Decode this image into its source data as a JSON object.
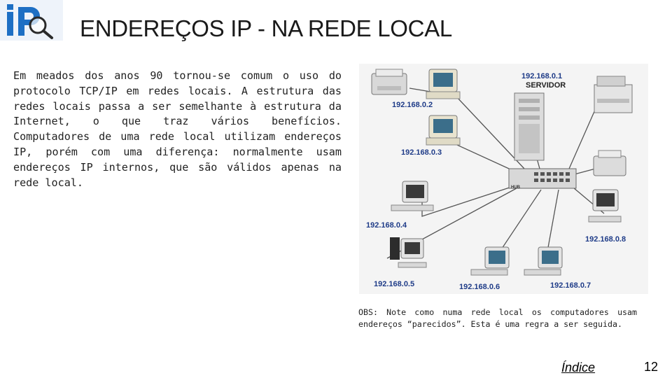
{
  "header": {
    "title": "ENDEREÇOS IP - NA REDE LOCAL",
    "logo_text": "IP"
  },
  "main": {
    "paragraph": "Em meados dos anos 90 tornou-se comum o uso do protocolo TCP/IP em redes locais. A estrutura das redes locais passa a ser semelhante à estrutura da Internet, o que traz vários benefícios. Computadores de uma rede local utilizam endereços IP, porém com uma diferença: normalmente usam endereços IP internos, que são válidos apenas na rede local."
  },
  "diagram": {
    "server_ip": "192.168.0.1",
    "server_label": "SERVIDOR",
    "hub_label": "HUB",
    "hosts": [
      {
        "ip": "192.168.0.2"
      },
      {
        "ip": "192.168.0.3"
      },
      {
        "ip": "192.168.0.4"
      },
      {
        "ip": "192.168.0.5"
      },
      {
        "ip": "192.168.0.6"
      },
      {
        "ip": "192.168.0.7"
      },
      {
        "ip": "192.168.0.8"
      }
    ]
  },
  "note": {
    "text": "OBS: Note como numa rede local os computadores usam endereços “parecidos”. Esta é uma regra a ser seguida."
  },
  "footer": {
    "index_link": "Índice",
    "page_number": "12"
  },
  "colors": {
    "logo_blue": "#1d6fc4",
    "label_blue": "#1f3c88"
  }
}
